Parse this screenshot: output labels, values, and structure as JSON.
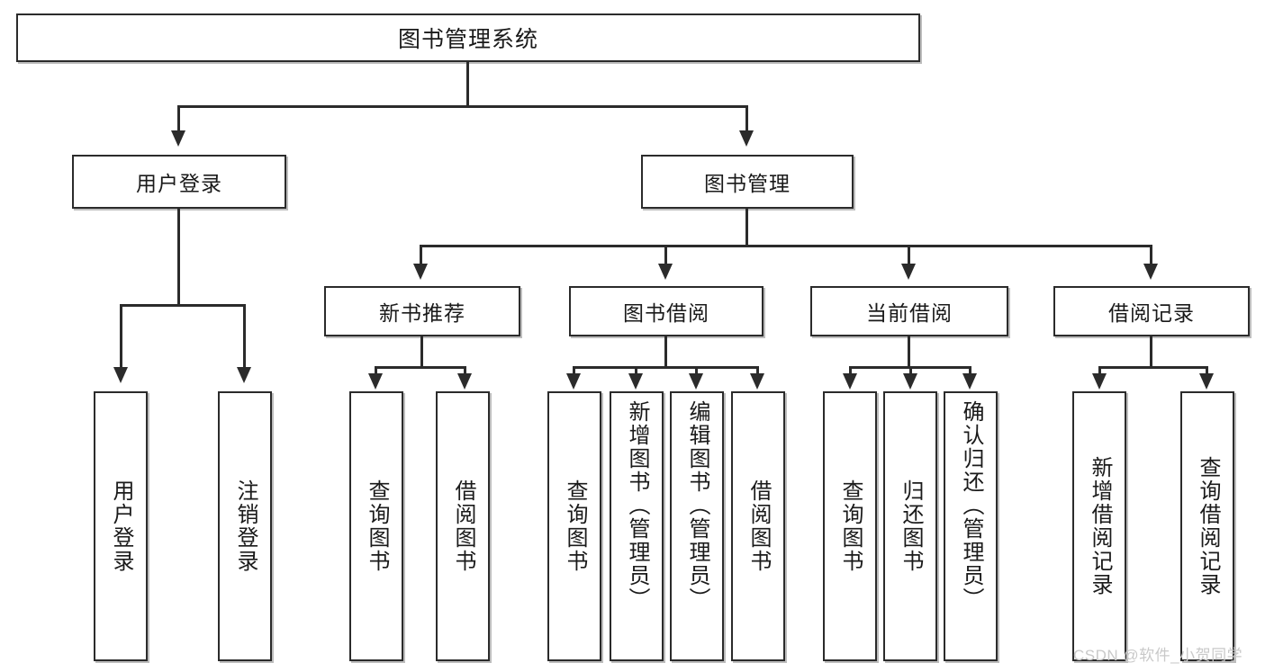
{
  "diagram": {
    "title": "图书管理系统",
    "type": "function-structure-tree",
    "root": {
      "label": "图书管理系统"
    },
    "level1": [
      {
        "label": "用户登录"
      },
      {
        "label": "图书管理"
      }
    ],
    "level2": [
      {
        "label": "新书推荐"
      },
      {
        "label": "图书借阅"
      },
      {
        "label": "当前借阅"
      },
      {
        "label": "借阅记录"
      }
    ],
    "leaves": {
      "user_login": [
        {
          "label": "用户登录"
        },
        {
          "label": "注销登录"
        }
      ],
      "new_book_recommend": [
        {
          "label": "查询图书"
        },
        {
          "label": "借阅图书"
        }
      ],
      "book_borrow": [
        {
          "label": "查询图书"
        },
        {
          "label": "新增图书（管理员）"
        },
        {
          "label": "编辑图书（管理员）"
        },
        {
          "label": "借阅图书"
        }
      ],
      "current_borrow": [
        {
          "label": "查询图书"
        },
        {
          "label": "归还图书"
        },
        {
          "label": "确认归还（管理员）"
        }
      ],
      "borrow_record": [
        {
          "label": "新增借阅记录"
        },
        {
          "label": "查询借阅记录"
        }
      ]
    }
  },
  "watermark": {
    "text": "CSDN @软件_小贺同学"
  },
  "colors": {
    "stroke": "#2b2b2b",
    "box_fill": "#ffffff",
    "text": "#1a1a1a",
    "watermark": "#c9c9c9",
    "background": "#ffffff"
  }
}
